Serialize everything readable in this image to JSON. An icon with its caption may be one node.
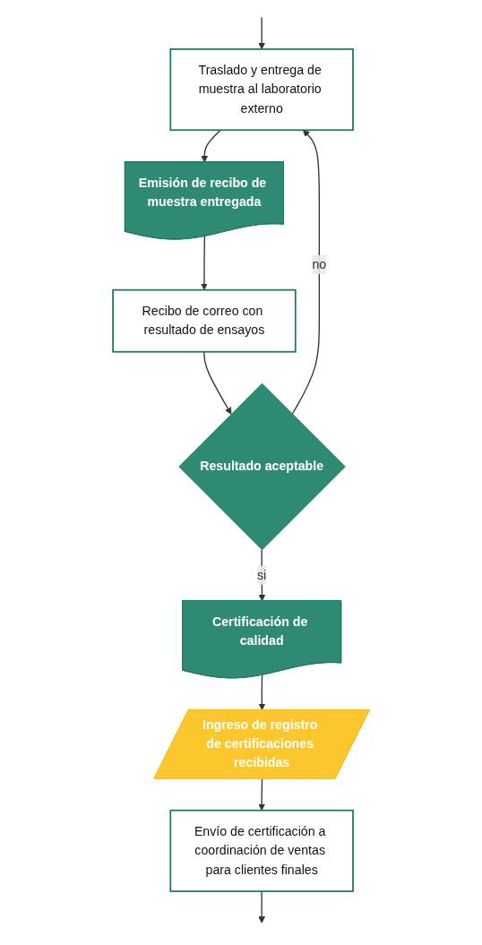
{
  "diagram": {
    "nodes": [
      {
        "text": [
          "Traslado y entrega de muestra al laboratorio externo"
        ]
      },
      {
        "text": [
          "Emisión de recibo de muestra entregada"
        ]
      },
      {
        "text": [
          "Recibo de correo con resultado de ensayos"
        ]
      },
      {
        "text": [
          "Resultado aceptable"
        ]
      },
      {
        "text": [
          "Certificación de calidad"
        ]
      },
      {
        "text": [
          "Ingreso de registro de certificaciones recibidas"
        ]
      },
      {
        "text": [
          "Envío de certificación a coordinación de ventas para clientes finales"
        ]
      }
    ],
    "edges": [
      {
        "from": null,
        "to": 0,
        "arrow": "to"
      },
      {
        "from": 0,
        "to": 1,
        "arrow": "to"
      },
      {
        "from": 1,
        "to": 2,
        "arrow": "to"
      },
      {
        "from": 2,
        "to": 3,
        "arrow": "to"
      },
      {
        "from": 3,
        "to": 0,
        "arrow": "to",
        "label": "no"
      },
      {
        "from": 3,
        "to": 4,
        "arrow": "to",
        "label": "si"
      },
      {
        "from": 4,
        "to": 5,
        "arrow": "to"
      },
      {
        "from": 5,
        "to": 6,
        "arrow": "to"
      },
      {
        "from": 6,
        "to": null,
        "arrow": "to"
      }
    ]
  }
}
